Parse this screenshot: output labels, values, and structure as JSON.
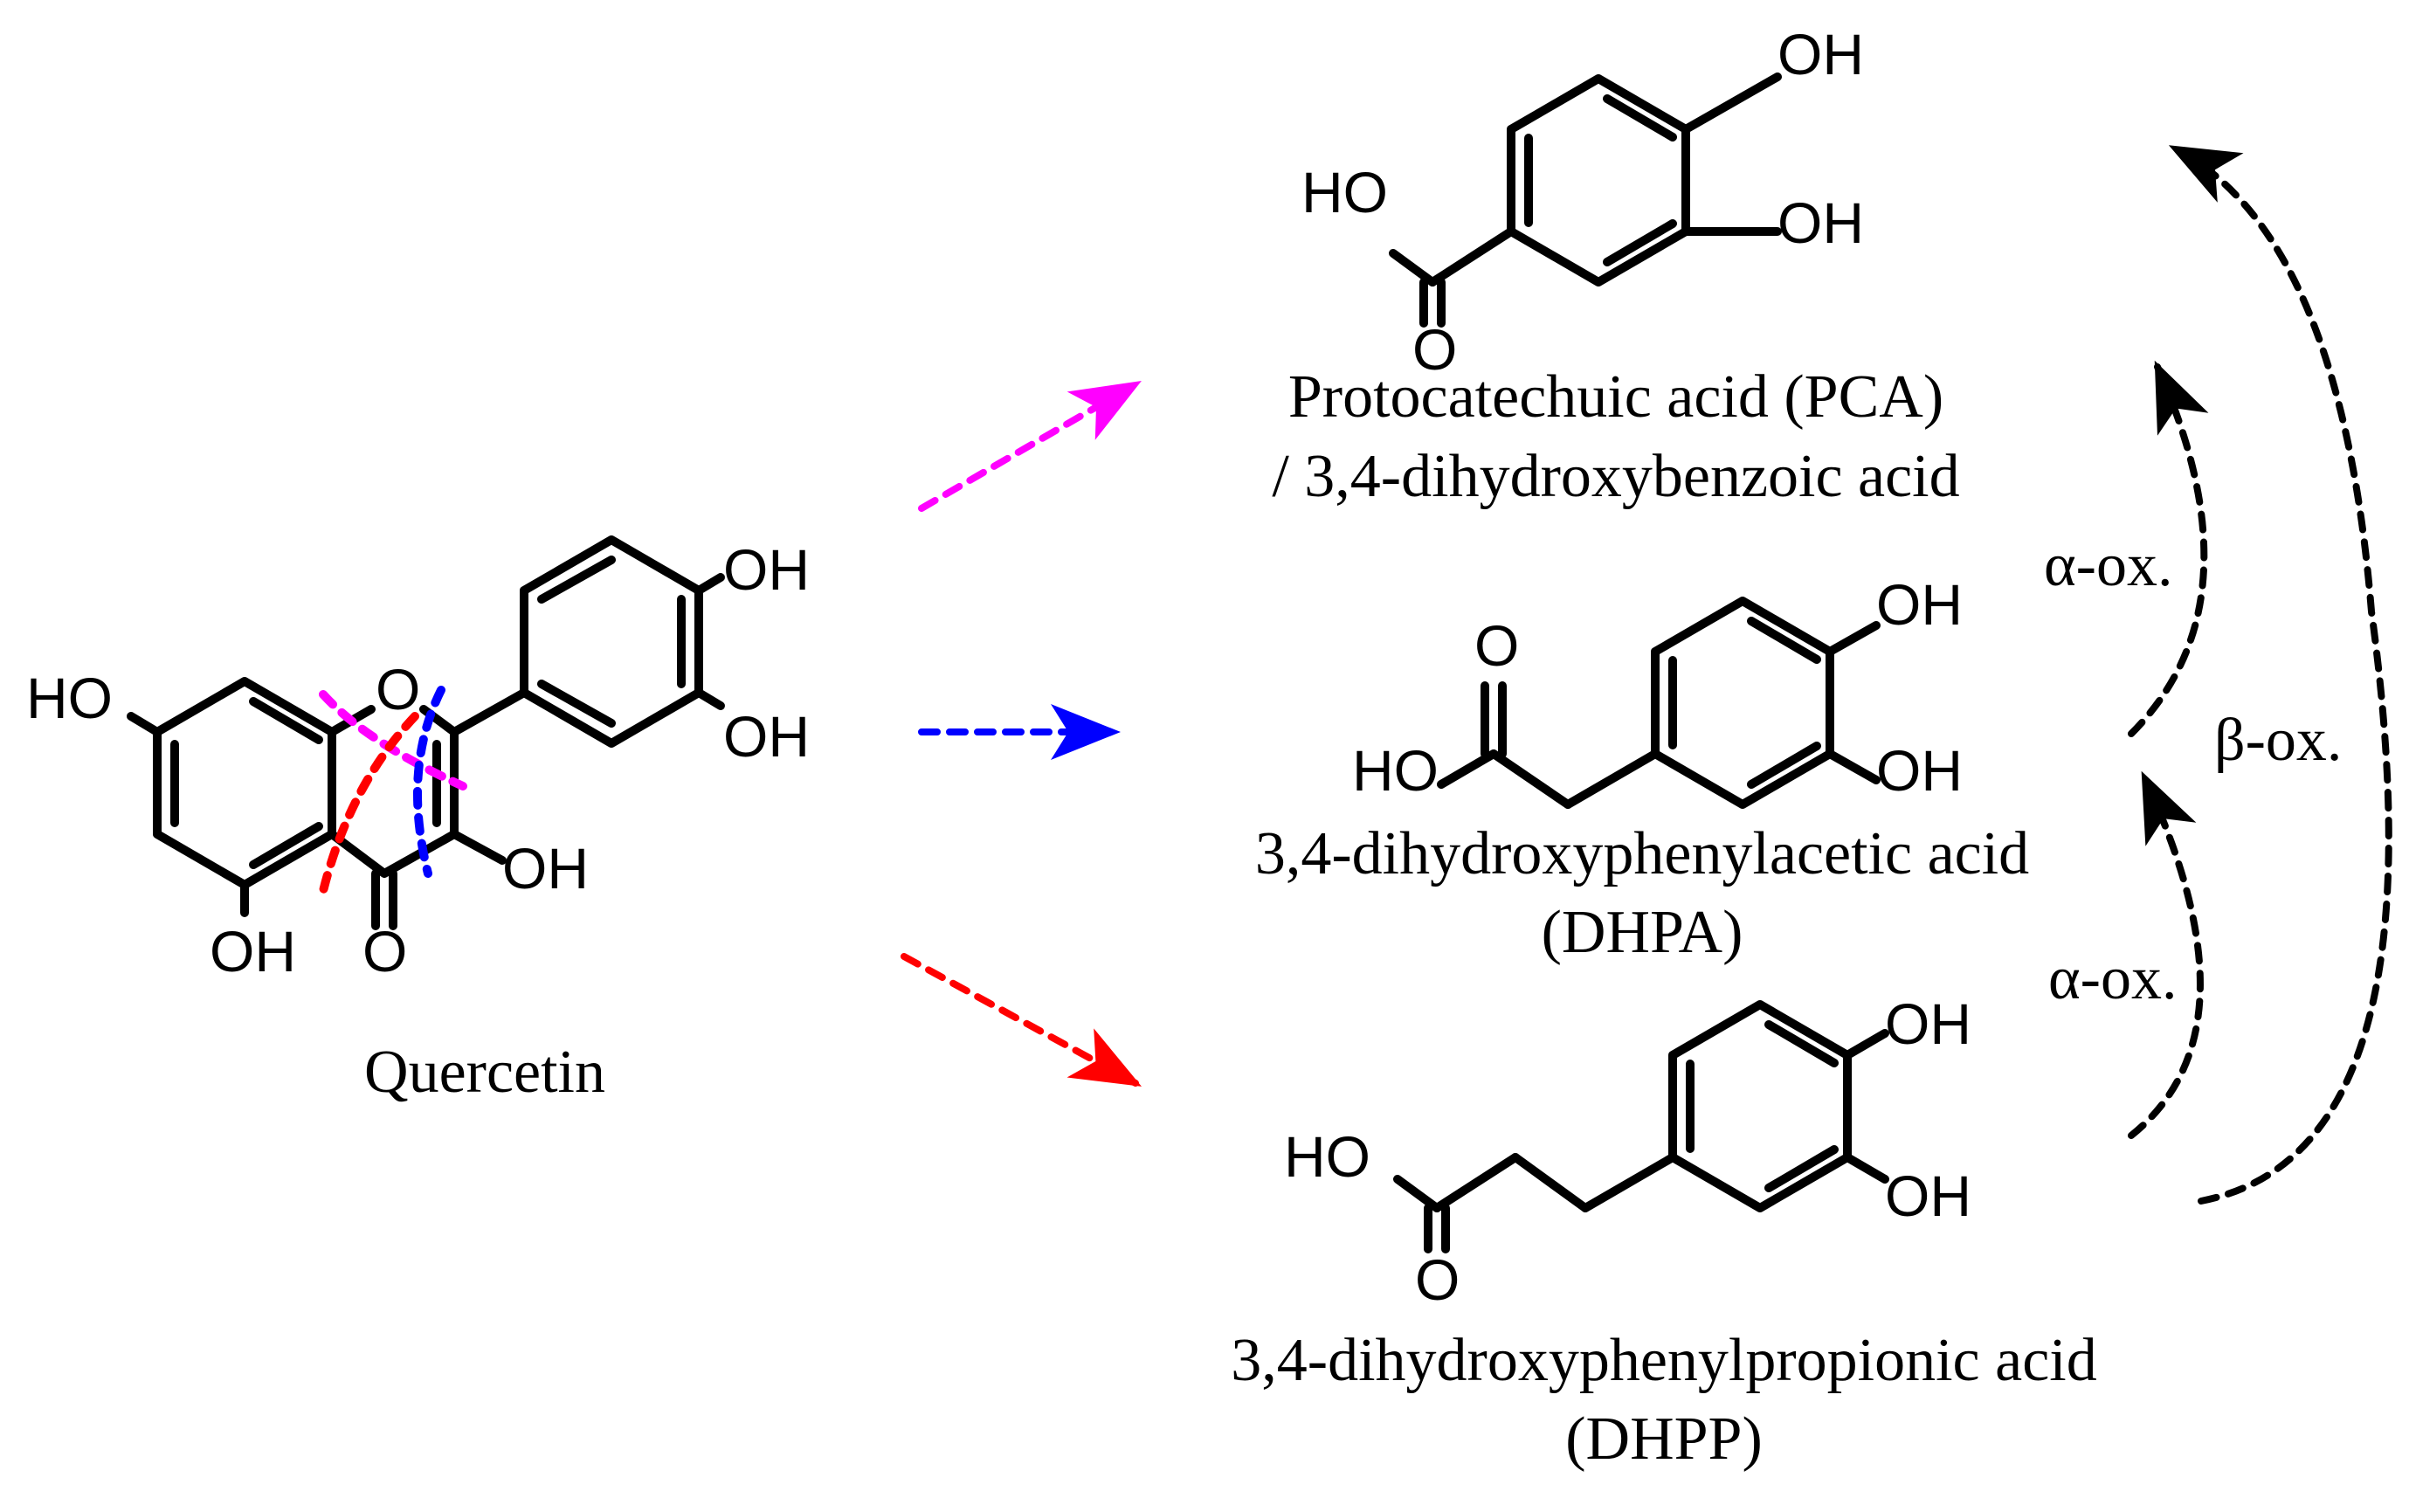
{
  "colors": {
    "bond": "#000000",
    "pca_path": "#ff00ff",
    "dhpa_path": "#0000ff",
    "dhpp_path": "#ff0000",
    "oxidation_path": "#000000"
  },
  "quercetin": {
    "caption": "Quercetin",
    "ring_o": "O",
    "carbonyl_o": "O",
    "oh_7": "HO",
    "oh_5": "OH",
    "oh_3": "OH",
    "oh_3p": "OH",
    "oh_4p": "OH"
  },
  "pca": {
    "caption_line1": "Protocatechuic acid (PCA)",
    "caption_line2": "/ 3,4-dihydroxybenzoic acid",
    "acid_oh": "HO",
    "acid_o": "O",
    "oh_3": "OH",
    "oh_4": "OH"
  },
  "dhpa": {
    "caption_line1": "3,4-dihydroxyphenylacetic acid",
    "caption_line2": "(DHPA)",
    "acid_oh": "HO",
    "acid_o": "O",
    "oh_3": "OH",
    "oh_4": "OH"
  },
  "dhpp": {
    "caption_line1": "3,4-dihydroxyphenylpropionic acid",
    "caption_line2": "(DHPP)",
    "acid_oh": "HO",
    "acid_o": "O",
    "oh_3": "OH",
    "oh_4": "OH"
  },
  "oxidation": {
    "alpha_upper": "α-ox.",
    "alpha_lower": "α-ox.",
    "beta": "β-ox."
  }
}
